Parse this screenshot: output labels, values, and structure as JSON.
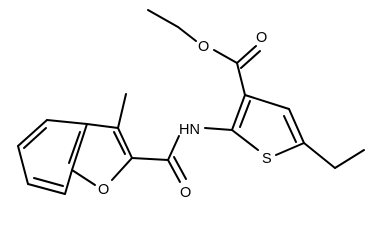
{
  "molecule": {
    "atom_labels": {
      "ester_o_double": "O",
      "ester_o_single": "O",
      "amide_nh": "HN",
      "amide_o": "O",
      "furan_o": "O",
      "thiophene_s": "S"
    },
    "colors": {
      "bond": "#000000",
      "label": "#000000",
      "background": "#ffffff"
    }
  }
}
